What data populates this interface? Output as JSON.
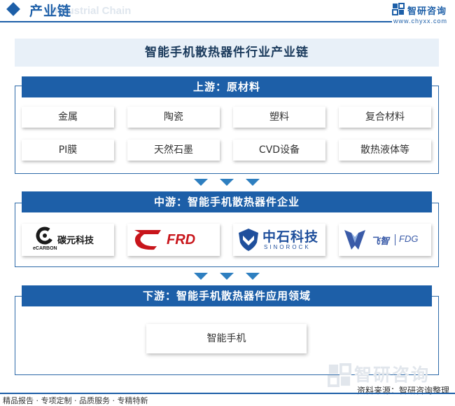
{
  "header": {
    "title": "产业链",
    "subtitle_en": "Industrial Chain",
    "brand_name": "智研咨询",
    "brand_url": "www.chyxx.com"
  },
  "main_title": "智能手机散热器件行业产业链",
  "upstream": {
    "title": "上游：原材料",
    "items": [
      "金属",
      "陶瓷",
      "塑料",
      "复合材料",
      "PI膜",
      "天然石墨",
      "CVD设备",
      "散热液体等"
    ]
  },
  "midstream": {
    "title": "中游：智能手机散热器件企业",
    "companies": [
      {
        "name": "碳元科技",
        "sub": "eCARBON",
        "icon": "ecarbon-logo-icon",
        "color": "#1a1a1a"
      },
      {
        "name": "FRD",
        "icon": "frd-logo-icon",
        "color": "#c8151b"
      },
      {
        "name": "中石科技",
        "sub": "SINOROCK",
        "icon": "sinorock-logo-icon",
        "color": "#1f4f9c"
      },
      {
        "name": "飞智",
        "sub": "FDG",
        "icon": "fdg-logo-icon",
        "color": "#3a5ba8"
      }
    ]
  },
  "downstream": {
    "title": "下游：智能手机散热器件应用领域",
    "items": [
      "智能手机"
    ]
  },
  "footer": {
    "watermark": "智研咨询",
    "source": "资料来源：智研咨询整理",
    "tags": "精品报告 · 专项定制 · 品质服务 · 专精特新"
  },
  "colors": {
    "primary": "#1d5fa8",
    "arrow": "#2e7fc0",
    "title_bg": "#e8f0f8"
  }
}
